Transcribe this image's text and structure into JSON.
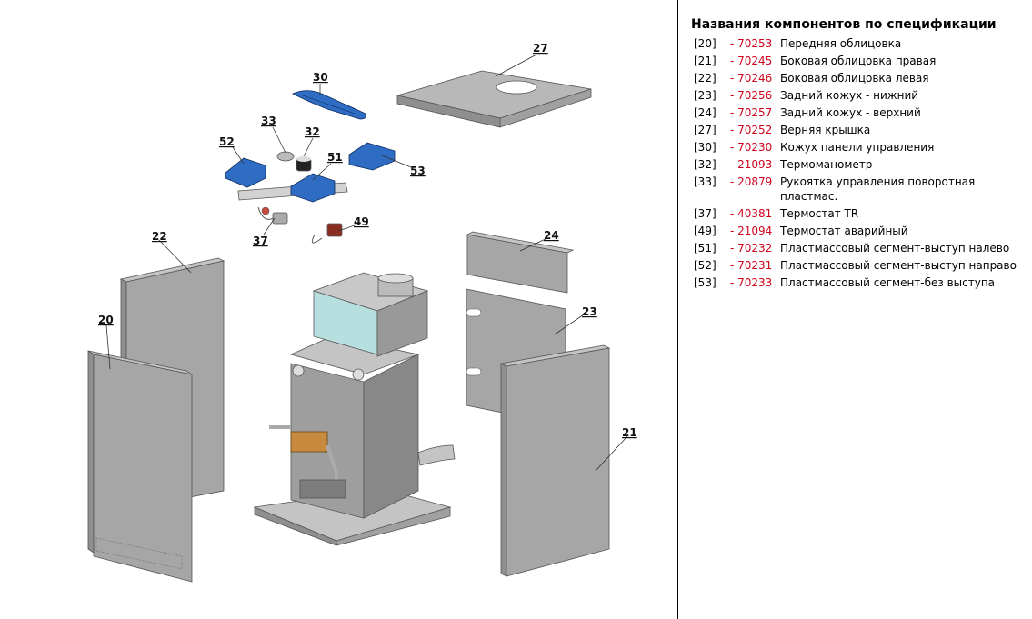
{
  "spec": {
    "title": "Названия компонентов по спецификации",
    "items": [
      {
        "index": "[20]",
        "code": "- 70253",
        "name": "Передняя облицовка"
      },
      {
        "index": "[21]",
        "code": "- 70245",
        "name": "Боковая облицовка правая"
      },
      {
        "index": "[22]",
        "code": "- 70246",
        "name": "Боковая облицовка левая"
      },
      {
        "index": "[23]",
        "code": "- 70256",
        "name": "Задний кожух - нижний"
      },
      {
        "index": "[24]",
        "code": "- 70257",
        "name": "Задний кожух - верхний"
      },
      {
        "index": "[27]",
        "code": "- 70252",
        "name": "Верняя крышка"
      },
      {
        "index": "[30]",
        "code": "- 70230",
        "name": "Кожух панели управления"
      },
      {
        "index": "[32]",
        "code": "- 21093",
        "name": "Термоманометр"
      },
      {
        "index": "[33]",
        "code": "- 20879",
        "name": "Рукоятка управления поворотная пластмас."
      },
      {
        "index": "[37]",
        "code": "- 40381",
        "name": "Термостат TR"
      },
      {
        "index": "[49]",
        "code": "- 21094",
        "name": "Термостат аварийный"
      },
      {
        "index": "[51]",
        "code": "- 70232",
        "name": "Пластмассовый сегмент-выступ налево"
      },
      {
        "index": "[52]",
        "code": "- 70231",
        "name": "Пластмассовый сегмент-выступ направо"
      },
      {
        "index": "[53]",
        "code": "- 70233",
        "name": "Пластмассовый сегмент-без выступа"
      }
    ]
  },
  "diagram": {
    "callouts": {
      "c20": "20",
      "c21": "21",
      "c22": "22",
      "c23": "23",
      "c24": "24",
      "c27": "27",
      "c30": "30",
      "c32": "32",
      "c33": "33",
      "c37": "37",
      "c49": "49",
      "c51": "51",
      "c52": "52",
      "c53": "53"
    },
    "colors": {
      "panel": "#a6a6a6",
      "panel_dark": "#8c8c8c",
      "panel_light": "#c4c4c4",
      "blue": "#2f6cc4",
      "teal": "#b7dfe0",
      "copper": "#c88a3e"
    }
  }
}
